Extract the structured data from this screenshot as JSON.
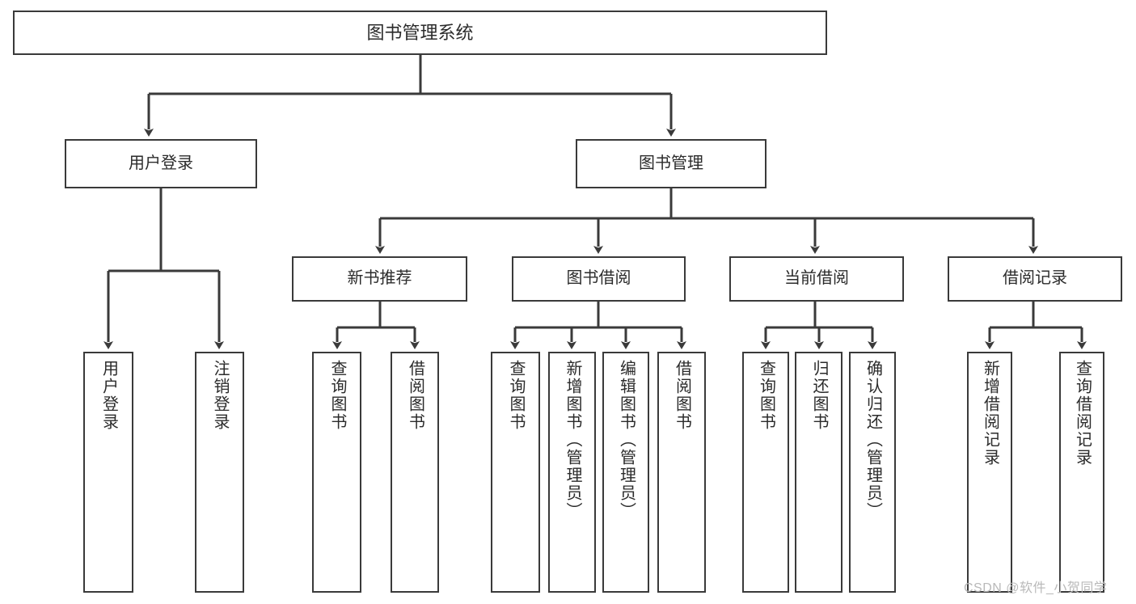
{
  "diagram": {
    "title": "图书管理系统",
    "type": "tree-hierarchy-chart",
    "line_color": "#3a3a3a",
    "box_fill": "#ffffff",
    "text_color": "#2b2b2b"
  },
  "root": {
    "label": "图书管理系统"
  },
  "level2": [
    {
      "label": "用户登录"
    },
    {
      "label": "图书管理"
    }
  ],
  "level3": [
    {
      "label": "新书推荐"
    },
    {
      "label": "图书借阅"
    },
    {
      "label": "当前借阅"
    },
    {
      "label": "借阅记录"
    }
  ],
  "leaves": {
    "user_login": [
      {
        "label": "用户登录"
      },
      {
        "label": "注销登录"
      }
    ],
    "new_book_recommend": [
      {
        "label": "查询图书"
      },
      {
        "label": "借阅图书"
      }
    ],
    "book_borrow": [
      {
        "label": "查询图书"
      },
      {
        "label": "新增图书（管理员）"
      },
      {
        "label": "编辑图书（管理员）"
      },
      {
        "label": "借阅图书"
      }
    ],
    "current_borrow": [
      {
        "label": "查询图书"
      },
      {
        "label": "归还图书"
      },
      {
        "label": "确认归还（管理员）"
      }
    ],
    "borrow_records": [
      {
        "label": "新增借阅记录"
      },
      {
        "label": "查询借阅记录"
      }
    ]
  },
  "watermark": {
    "text": "CSDN @软件_小贺同学",
    "color": "#b9b9b9"
  }
}
